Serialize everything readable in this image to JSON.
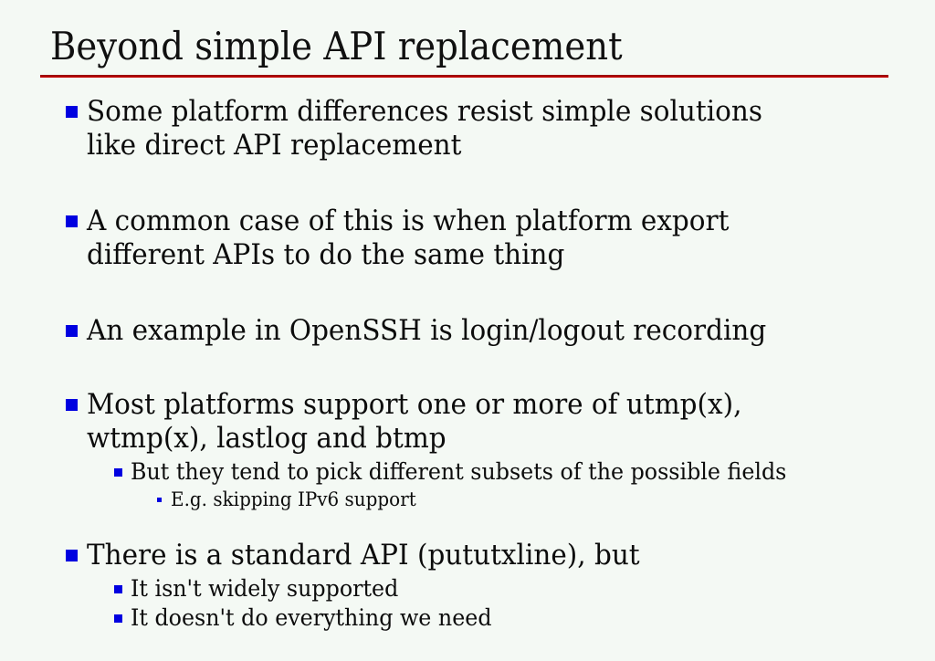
{
  "slide": {
    "title": "Beyond simple API replacement",
    "colors": {
      "background": "#f4f9f4",
      "text": "#0c0c0c",
      "bullet_square": "#0000e0",
      "title_rule": "#aa0000"
    },
    "bullets": [
      {
        "level": 1,
        "text": "Some platform differences resist simple solutions\nlike direct API replacement"
      },
      {
        "level": 1,
        "text": "A common case of this is when platform export\ndifferent APIs to do the same thing"
      },
      {
        "level": 1,
        "text": "An example in OpenSSH is login/logout recording"
      },
      {
        "level": 1,
        "text": "Most platforms support one or more of utmp(x),\nwtmp(x), lastlog and btmp"
      },
      {
        "level": 2,
        "text": "But they tend to pick different subsets of the possible fields"
      },
      {
        "level": 3,
        "text": "E.g. skipping IPv6 support"
      },
      {
        "level": 1,
        "text": "There is a standard API (pututxline), but"
      },
      {
        "level": 2,
        "text": "It isn't widely supported"
      },
      {
        "level": 2,
        "text": "It doesn't do everything we need"
      }
    ]
  }
}
